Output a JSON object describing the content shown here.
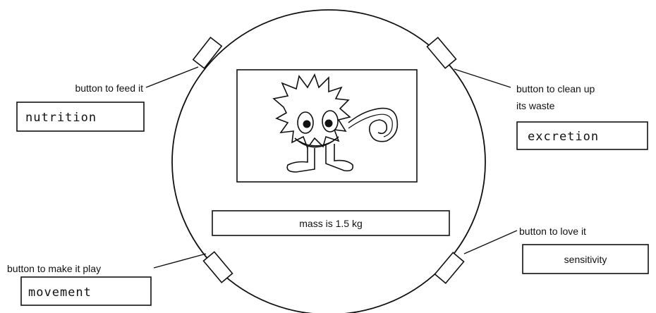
{
  "device": {
    "screen_text": "mass is 1.5 kg"
  },
  "buttons": {
    "top_left": {
      "label": "button to feed it",
      "answer": "nutrition"
    },
    "top_right": {
      "label_line1": "button to clean up",
      "label_line2": "its waste",
      "answer": "excretion"
    },
    "bottom_left": {
      "label": "button to make it play",
      "answer": "movement"
    },
    "bottom_right": {
      "label": "button to love it",
      "answer": "sensitivity"
    }
  }
}
